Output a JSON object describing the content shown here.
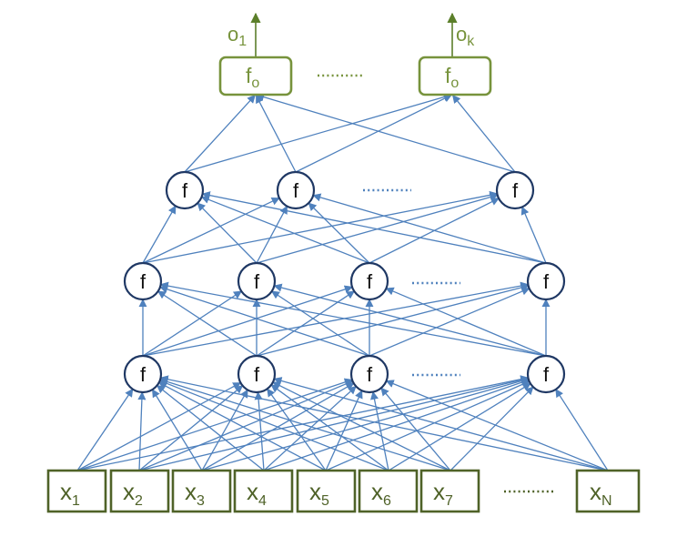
{
  "inputs": [
    {
      "base": "x",
      "sub": "1"
    },
    {
      "base": "x",
      "sub": "2"
    },
    {
      "base": "x",
      "sub": "3"
    },
    {
      "base": "x",
      "sub": "4"
    },
    {
      "base": "x",
      "sub": "5"
    },
    {
      "base": "x",
      "sub": "6"
    },
    {
      "base": "x",
      "sub": "7"
    },
    {
      "base": "x",
      "sub": "N"
    }
  ],
  "hidden_layers": [
    {
      "neurons": [
        "f",
        "f",
        "f",
        "f"
      ]
    },
    {
      "neurons": [
        "f",
        "f",
        "f",
        "f"
      ]
    },
    {
      "neurons": [
        "f",
        "f",
        "f"
      ]
    }
  ],
  "output_units": [
    {
      "base": "f",
      "sub": "o"
    },
    {
      "base": "f",
      "sub": "o"
    }
  ],
  "outputs": [
    {
      "base": "o",
      "sub": "1"
    },
    {
      "base": "o",
      "sub": "k"
    }
  ],
  "colors": {
    "edge": "#4f81bd",
    "neuron_border": "#1f3864",
    "input_box": "#4f6228",
    "output_box": "#77933c"
  }
}
